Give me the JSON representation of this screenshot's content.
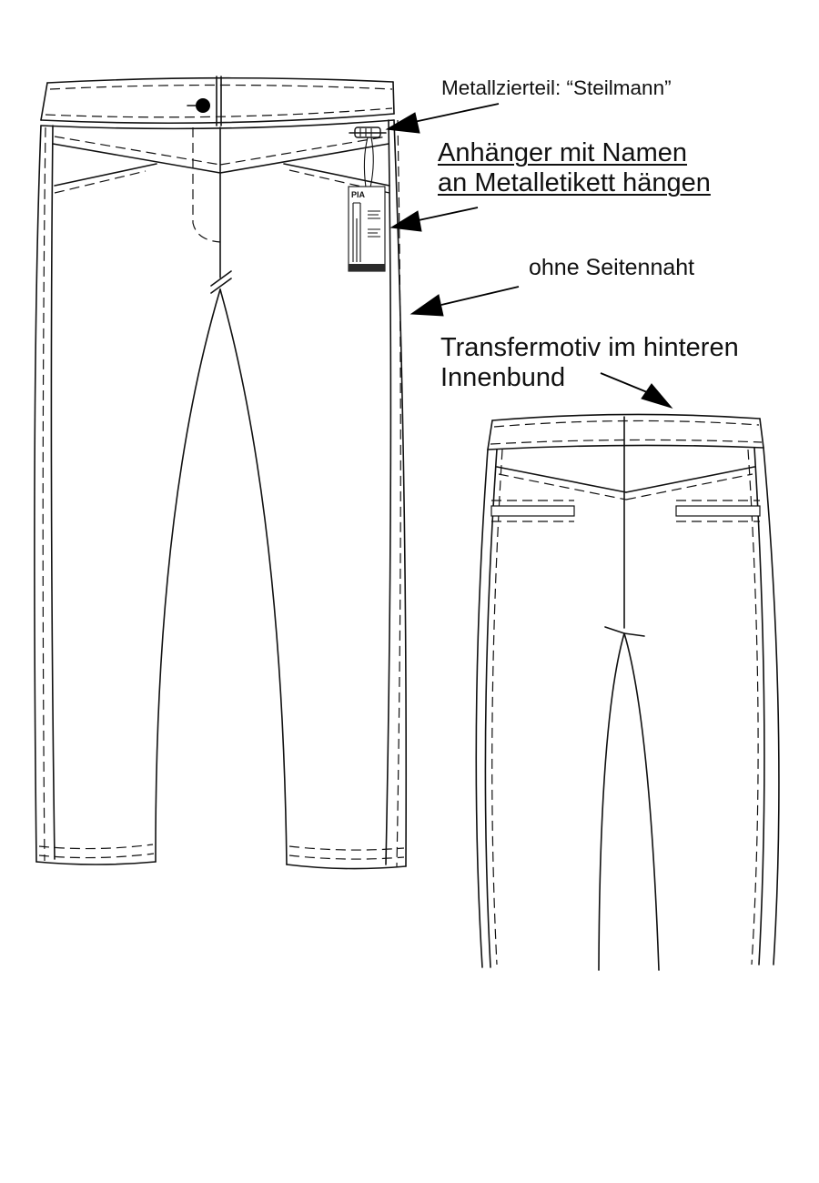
{
  "annotations": {
    "metal_ornament": "Metallzierteil: “Steilmann”",
    "tag_line1": "Anhänger mit Namen",
    "tag_line2": "an Metalletikett hängen",
    "no_side_seam": "ohne Seitennaht",
    "transfer_line1": "Transfermotiv im hinteren",
    "transfer_line2": "Innenbund"
  },
  "hangtag": {
    "name": "PIA"
  },
  "colors": {
    "line": "#111111",
    "arrow": "#000000",
    "tag_band": "#2b2b2b"
  }
}
